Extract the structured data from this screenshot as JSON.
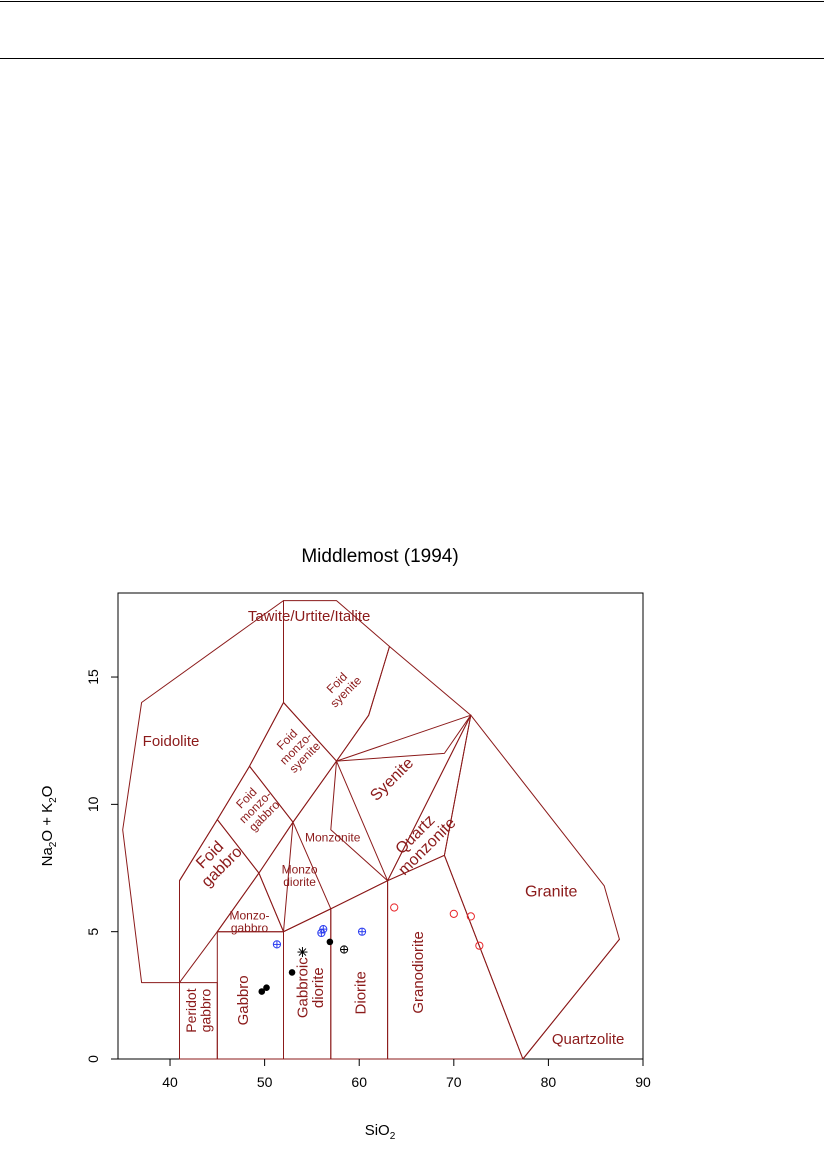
{
  "chart_data": {
    "type": "scatter",
    "title": "Middlemost (1994)",
    "xlabel_base": "SiO",
    "xlabel_sub": "2",
    "ylabel_parts": [
      "Na",
      "2",
      "O + K",
      "2",
      "O"
    ],
    "xlim": [
      34.5,
      90
    ],
    "ylim": [
      0,
      18.3
    ],
    "xticks": [
      40,
      50,
      60,
      70,
      80,
      90
    ],
    "yticks": [
      0,
      5,
      10,
      15
    ],
    "colors": {
      "field": "#8b1a1a",
      "black": "#000000",
      "blue": "#2a3cf0",
      "red": "#e8262a"
    },
    "fields": [
      {
        "name": "Foidolite",
        "points": [
          [
            37,
            3
          ],
          [
            35,
            9
          ],
          [
            37,
            14
          ],
          [
            52,
            18
          ],
          [
            52,
            14
          ],
          [
            48.4,
            11.5
          ],
          [
            45,
            9.4
          ],
          [
            41,
            7
          ],
          [
            41,
            3
          ]
        ]
      },
      {
        "name": "Tawite/Urtite/Italite",
        "points": [
          [
            52,
            18
          ],
          [
            57.6,
            18
          ],
          [
            63.2,
            16.2
          ],
          [
            61,
            13.5
          ],
          [
            57.6,
            11.7
          ],
          [
            52,
            14
          ]
        ]
      },
      {
        "name": "Foid syenite",
        "points": [
          [
            57.6,
            11.7
          ],
          [
            61,
            13.5
          ],
          [
            63.2,
            16.2
          ],
          [
            71.8,
            13.5
          ],
          [
            69,
            12
          ],
          [
            57.6,
            11.7
          ]
        ]
      },
      {
        "name": "Foid monzosyenite",
        "points": [
          [
            52,
            14
          ],
          [
            57.6,
            11.7
          ],
          [
            53,
            9.3
          ],
          [
            48.4,
            11.5
          ]
        ]
      },
      {
        "name": "Foid monzogabbro",
        "points": [
          [
            48.4,
            11.5
          ],
          [
            53,
            9.3
          ],
          [
            49.4,
            7.3
          ],
          [
            45,
            9.4
          ]
        ]
      },
      {
        "name": "Foid gabbro",
        "points": [
          [
            45,
            9.4
          ],
          [
            49.4,
            7.3
          ],
          [
            45,
            5
          ],
          [
            41,
            3
          ],
          [
            41,
            7
          ]
        ]
      },
      {
        "name": "Syenite",
        "points": [
          [
            57.6,
            11.7
          ],
          [
            71.8,
            13.5
          ],
          [
            63,
            7
          ],
          [
            57,
            9
          ]
        ]
      },
      {
        "name": "Quartz monzonite",
        "points": [
          [
            63,
            7
          ],
          [
            71.8,
            13.5
          ],
          [
            69,
            8
          ]
        ]
      },
      {
        "name": "Monzonite",
        "points": [
          [
            53,
            9.3
          ],
          [
            57.6,
            11.7
          ],
          [
            63,
            7
          ],
          [
            57,
            5.9
          ],
          [
            52,
            5
          ]
        ]
      },
      {
        "name": "Monzodiorite",
        "points": [
          [
            49.4,
            7.3
          ],
          [
            53,
            9.3
          ],
          [
            57,
            5.9
          ],
          [
            52,
            5
          ]
        ]
      },
      {
        "name": "Monzogabbro",
        "points": [
          [
            45,
            5
          ],
          [
            49.4,
            7.3
          ],
          [
            52,
            5
          ]
        ]
      },
      {
        "name": "Granite",
        "points": [
          [
            69,
            8
          ],
          [
            71.8,
            13.5
          ],
          [
            85.9,
            6.8
          ],
          [
            87.5,
            4.7
          ],
          [
            77.3,
            0
          ]
        ]
      },
      {
        "name": "Peridot gabbro",
        "points": [
          [
            41,
            3
          ],
          [
            41,
            0
          ],
          [
            45,
            0
          ],
          [
            45,
            3
          ]
        ]
      },
      {
        "name": "Gabbro",
        "points": [
          [
            45,
            0
          ],
          [
            45,
            5
          ],
          [
            52,
            5
          ],
          [
            52,
            0
          ]
        ]
      },
      {
        "name": "Gabbroic diorite",
        "points": [
          [
            52,
            0
          ],
          [
            52,
            5
          ],
          [
            57,
            5.9
          ],
          [
            57,
            0
          ]
        ]
      },
      {
        "name": "Diorite",
        "points": [
          [
            57,
            0
          ],
          [
            57,
            5.9
          ],
          [
            63,
            7
          ],
          [
            63,
            0
          ]
        ]
      },
      {
        "name": "Granodiorite",
        "points": [
          [
            63,
            0
          ],
          [
            63,
            7
          ],
          [
            69,
            8
          ],
          [
            77.3,
            0
          ]
        ]
      },
      {
        "name": "Quartzolite",
        "points": [
          [
            77.3,
            0
          ],
          [
            87.5,
            4.7
          ]
        ]
      }
    ],
    "field_labels": [
      {
        "text": [
          "Tawite/Urtite/Italite"
        ],
        "x": 54.7,
        "y": 17.4,
        "rot": 0,
        "size": 15
      },
      {
        "text": [
          "Foidolite"
        ],
        "x": 40.1,
        "y": 12.5,
        "rot": 0,
        "size": 15
      },
      {
        "text": [
          "Foid",
          "syenite"
        ],
        "x": 58.1,
        "y": 14.6,
        "rot": -45,
        "size": 12
      },
      {
        "text": [
          "Foid",
          "monzo-",
          "syenite"
        ],
        "x": 53.3,
        "y": 12.2,
        "rot": -45,
        "size": 12
      },
      {
        "text": [
          "Foid",
          "monzo-",
          "gabbro"
        ],
        "x": 49.0,
        "y": 9.9,
        "rot": -45,
        "size": 12
      },
      {
        "text": [
          "Foid",
          "gabbro"
        ],
        "x": 44.8,
        "y": 7.8,
        "rot": -45,
        "size": 16
      },
      {
        "text": [
          "Syenite"
        ],
        "x": 63.4,
        "y": 11.0,
        "rot": -45,
        "size": 16
      },
      {
        "text": [
          "Quartz",
          "monzonite"
        ],
        "x": 66.5,
        "y": 8.6,
        "rot": -45,
        "size": 16
      },
      {
        "text": [
          "Monzonite"
        ],
        "x": 57.2,
        "y": 8.7,
        "rot": 0,
        "size": 12
      },
      {
        "text": [
          "Monzo",
          "diorite"
        ],
        "x": 53.7,
        "y": 7.2,
        "rot": 0,
        "size": 12
      },
      {
        "text": [
          "Monzo-",
          "gabbro"
        ],
        "x": 48.4,
        "y": 5.4,
        "rot": 0,
        "size": 12
      },
      {
        "text": [
          "Peridot",
          "gabbro"
        ],
        "x": 43.0,
        "y": 1.9,
        "rot": -90,
        "size": 14
      },
      {
        "text": [
          "Gabbro"
        ],
        "x": 47.7,
        "y": 2.3,
        "rot": -90,
        "size": 15
      },
      {
        "text": [
          "Gabbroic",
          "diorite"
        ],
        "x": 54.8,
        "y": 2.8,
        "rot": -90,
        "size": 15
      },
      {
        "text": [
          "Diorite"
        ],
        "x": 60.1,
        "y": 2.6,
        "rot": -90,
        "size": 15
      },
      {
        "text": [
          "Granodiorite"
        ],
        "x": 66.2,
        "y": 3.4,
        "rot": -90,
        "size": 15
      },
      {
        "text": [
          "Granite"
        ],
        "x": 80.3,
        "y": 6.6,
        "rot": 0,
        "size": 16
      },
      {
        "text": [
          "Quartzolite"
        ],
        "x": 84.2,
        "y": 0.8,
        "rot": 0,
        "size": 15
      }
    ],
    "series": [
      {
        "marker": "filled-circle",
        "color": "#000000",
        "points": [
          [
            49.7,
            2.65
          ],
          [
            50.2,
            2.8
          ],
          [
            52.9,
            3.4
          ],
          [
            56.9,
            4.6
          ]
        ]
      },
      {
        "marker": "asterisk",
        "color": "#000000",
        "points": [
          [
            54.0,
            4.2
          ]
        ]
      },
      {
        "marker": "circle-plus",
        "color": "#000000",
        "points": [
          [
            58.4,
            4.3
          ]
        ]
      },
      {
        "marker": "circle-plus",
        "color": "#2a3cf0",
        "points": [
          [
            51.3,
            4.5
          ],
          [
            56.2,
            5.1
          ],
          [
            56.0,
            4.95
          ],
          [
            60.3,
            5.0
          ]
        ]
      },
      {
        "marker": "open-circle",
        "color": "#e8262a",
        "points": [
          [
            63.7,
            5.95
          ],
          [
            70.0,
            5.7
          ],
          [
            71.8,
            5.6
          ],
          [
            72.7,
            4.45
          ]
        ]
      }
    ]
  }
}
